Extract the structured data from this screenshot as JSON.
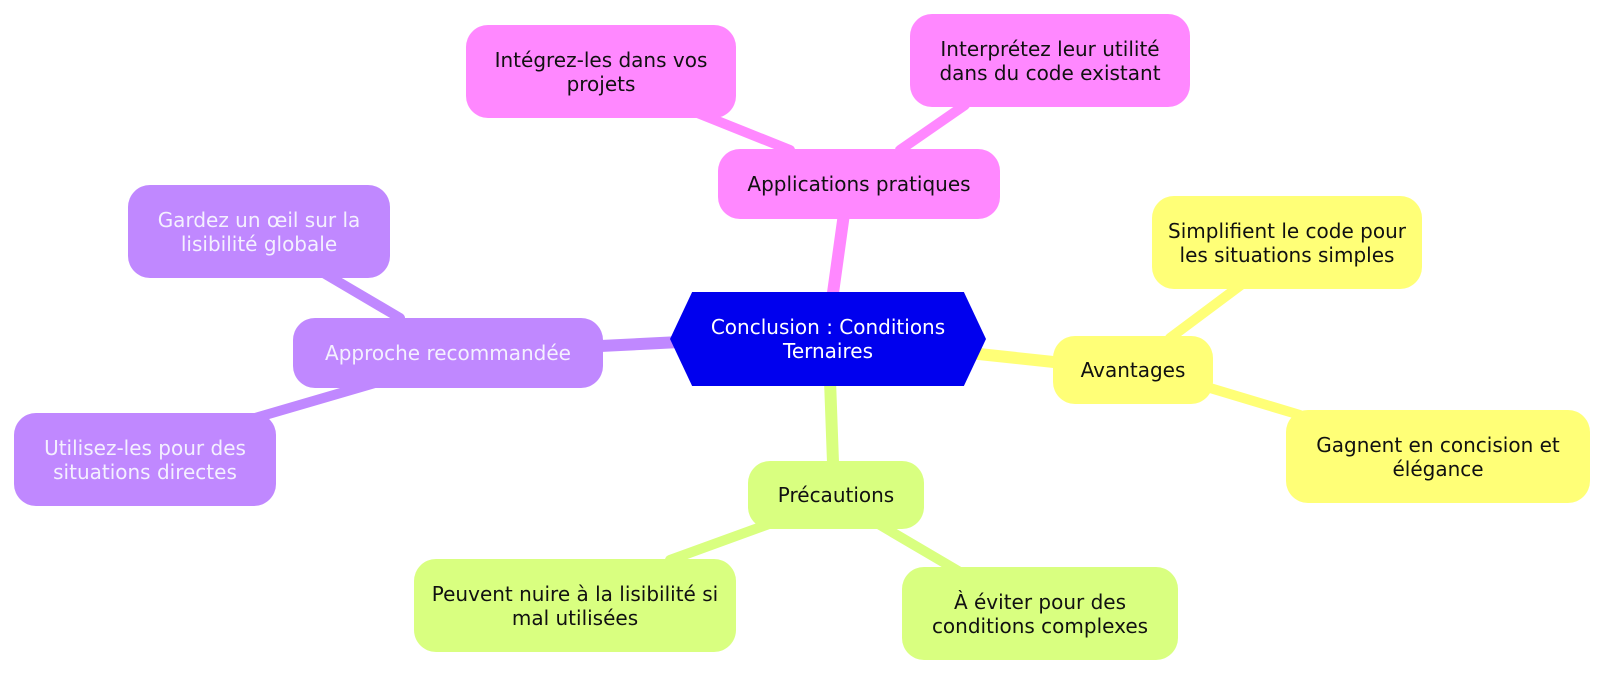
{
  "colors": {
    "root": "#0000ee",
    "applications": "#ff88ff",
    "avantages": "#ffff77",
    "precautions": "#d9ff80",
    "approche": "#c088ff"
  },
  "root": {
    "label": "Conclusion : Conditions Ternaires"
  },
  "branches": {
    "applications": {
      "label": "Applications pratiques",
      "children": [
        "Intégrez-les dans vos projets",
        "Interprétez leur utilité dans du code existant"
      ]
    },
    "avantages": {
      "label": "Avantages",
      "children": [
        "Simplifient le code pour les situations simples",
        "Gagnent en concision et élégance"
      ]
    },
    "precautions": {
      "label": "Précautions",
      "children": [
        "Peuvent nuire à la lisibilité si mal utilisées",
        "À éviter pour des conditions complexes"
      ]
    },
    "approche": {
      "label": "Approche recommandée",
      "children": [
        "Gardez un œil sur la lisibilité globale",
        "Utilisez-les pour des situations directes"
      ]
    }
  }
}
